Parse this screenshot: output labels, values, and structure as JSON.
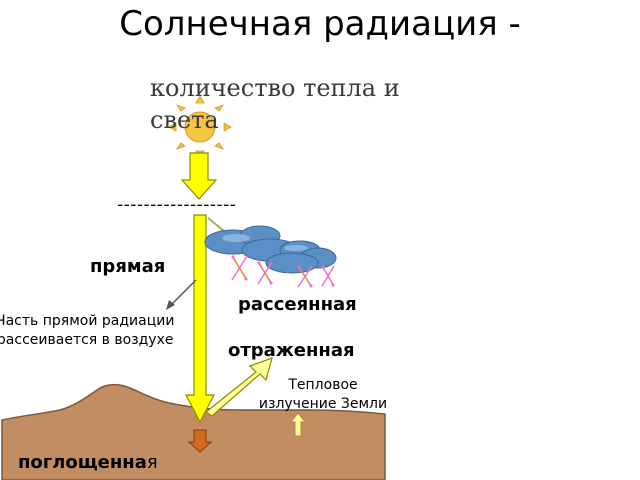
{
  "title": "Солнечная радиация -",
  "subtitle": "количество тепла и света",
  "dashes": "------------------",
  "labels": {
    "direct": "прямая",
    "scattered": "рассеянная",
    "reflected": "отраженная",
    "part_of_direct": [
      "Часть прямой радиации",
      "рассеивается в воздухе"
    ],
    "thermal": [
      "Тепловое",
      "излучение Земли"
    ],
    "absorbed_bold": "поглощенна",
    "absorbed_tail": "я"
  },
  "colors": {
    "sun": "#f6c541",
    "sun_rays": "#f4c430",
    "arrow_fill": "#ffff00",
    "arrow_outline": "#8a8a00",
    "cloud": "#5b8fc7",
    "ground": "#c38d63",
    "ground_outline": "#7a5a3a",
    "absorbed_arrow": "#d2691e",
    "thermal_arrow": "#ffff99",
    "scatter_arrow": "#ff66cc"
  },
  "icons": {
    "sun": "sun-icon",
    "clouds": "cloud-icon"
  }
}
